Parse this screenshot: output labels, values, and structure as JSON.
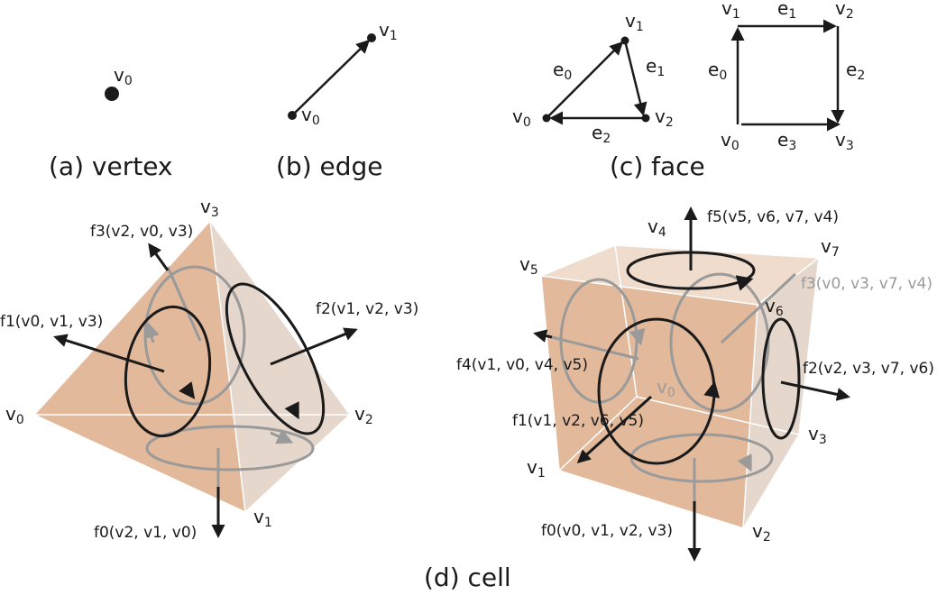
{
  "panels": {
    "vertex": {
      "caption": "(a) vertex",
      "v": [
        "v",
        "0"
      ]
    },
    "edge": {
      "caption": "(b) edge",
      "v0": [
        "v",
        "0"
      ],
      "v1": [
        "v",
        "1"
      ]
    },
    "face": {
      "caption": "(c) face",
      "triangle": {
        "v0": [
          "v",
          "0"
        ],
        "v1": [
          "v",
          "1"
        ],
        "v2": [
          "v",
          "2"
        ],
        "e0": [
          "e",
          "0"
        ],
        "e1": [
          "e",
          "1"
        ],
        "e2": [
          "e",
          "2"
        ]
      },
      "square": {
        "v0": [
          "v",
          "0"
        ],
        "v1": [
          "v",
          "1"
        ],
        "v2": [
          "v",
          "2"
        ],
        "v3": [
          "v",
          "3"
        ],
        "e0": [
          "e",
          "0"
        ],
        "e1": [
          "e",
          "1"
        ],
        "e2": [
          "e",
          "2"
        ],
        "e3": [
          "e",
          "3"
        ]
      }
    },
    "cell": {
      "caption": "(d) cell",
      "tetra": {
        "v0": [
          "v",
          "0"
        ],
        "v1": [
          "v",
          "1"
        ],
        "v2": [
          "v",
          "2"
        ],
        "v3": [
          "v",
          "3"
        ],
        "f0": "f0(v2, v1, v0)",
        "f1": "f1(v0, v1, v3)",
        "f2": "f2(v1, v2, v3)",
        "f3": "f3(v2, v0, v3)"
      },
      "cube": {
        "v0": [
          "v",
          "0"
        ],
        "v1": [
          "v",
          "1"
        ],
        "v2": [
          "v",
          "2"
        ],
        "v3": [
          "v",
          "3"
        ],
        "v4": [
          "v",
          "4"
        ],
        "v5": [
          "v",
          "5"
        ],
        "v6": [
          "v",
          "6"
        ],
        "v7": [
          "v",
          "7"
        ],
        "f0": "f0(v0, v1, v2, v3)",
        "f1": "f1(v1, v2, v6, v5)",
        "f2": "f2(v2, v3, v7, v6)",
        "f3": "f3(v0, v3, v7, v4)",
        "f4": "f4(v1, v0, v4, v5)",
        "f5": "f5(v5, v6, v7, v4)"
      }
    }
  },
  "colors": {
    "front_face": "#e2b99b",
    "side_face": "#e3d3c8",
    "top_face": "#efdccd",
    "ink": "#1a1a1a",
    "hidden": "#9a9a9a"
  }
}
